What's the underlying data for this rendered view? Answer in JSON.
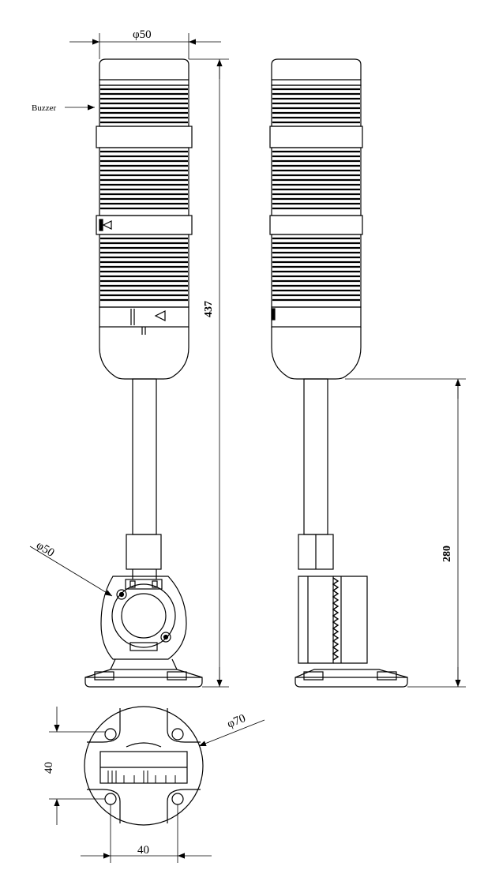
{
  "labels": {
    "top_diameter": "φ50",
    "buzzer": "Buzzer",
    "total_height": "437",
    "bracket_diameter": "φ50",
    "pole_height": "280",
    "base_diameter": "φ70",
    "hole_spacing_v": "40",
    "hole_spacing_h": "40"
  },
  "colors": {
    "line": "#000000",
    "background": "#ffffff"
  }
}
